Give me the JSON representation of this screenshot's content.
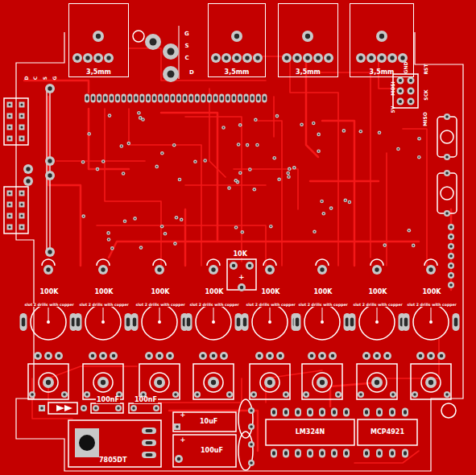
{
  "diagram": {
    "nodes": [
      {
        "text": [
          "3,5mm"
        ]
      },
      {
        "text": [
          "3,5mm"
        ]
      },
      {
        "text": [
          "3,5mm"
        ]
      },
      {
        "text": [
          "3,5mm"
        ]
      },
      {
        "text": [
          "LM324N"
        ]
      },
      {
        "text": [
          "MCP4921"
        ]
      }
    ],
    "labels": [
      "G",
      "S",
      "C",
      "D",
      "D",
      "C",
      "S",
      "G",
      "MOSI",
      "5V",
      "GND",
      "RST",
      "SCK",
      "MISO",
      "10K",
      "100K",
      "100K",
      "100K",
      "100K",
      "100K",
      "100K",
      "100K",
      "100K",
      "slot 2 drills with copper",
      "slot 2 drills with copper",
      "slot 2 drills with copper",
      "slot 2 drills with copper",
      "slot 2 drills with copper",
      "slot 2 drills with copper",
      "slot 2 drills with copper",
      "slot 2 drills with copper",
      "100nF",
      "100nF",
      "10uF",
      "100uF",
      "7805DT",
      "+",
      "+",
      "+"
    ]
  }
}
